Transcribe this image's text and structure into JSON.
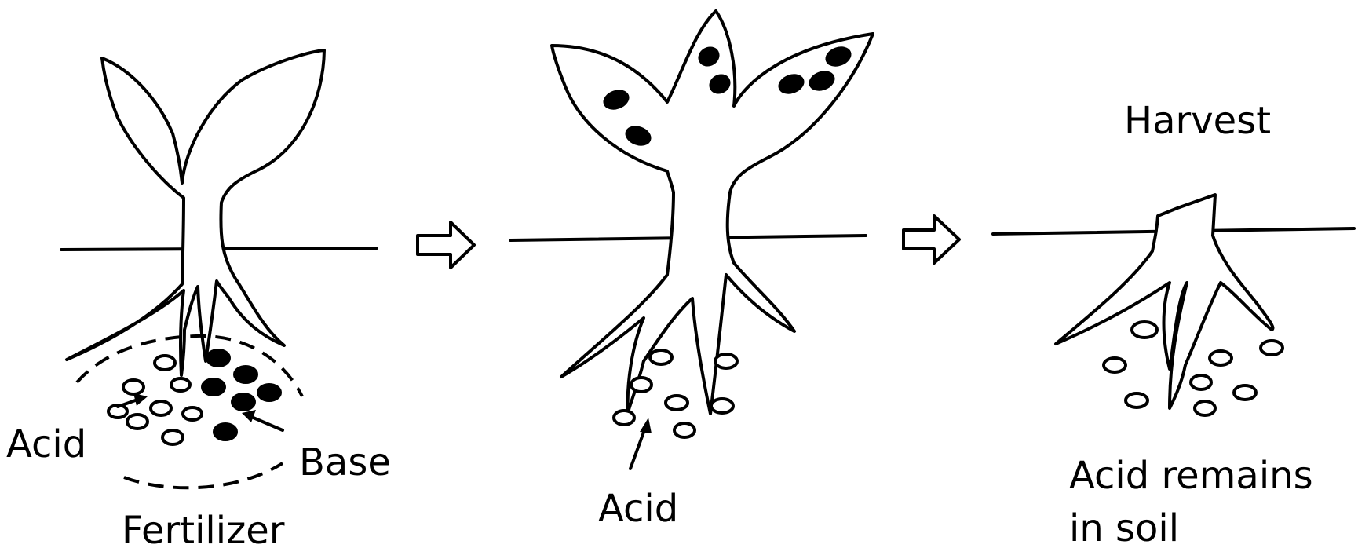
{
  "stages": [
    {
      "id": "stage-1",
      "labels": {
        "acid": "Acid",
        "base": "Base",
        "caption": "Fertilizer"
      }
    },
    {
      "id": "stage-2",
      "labels": {
        "acid": "Acid"
      }
    },
    {
      "id": "stage-3",
      "labels": {
        "title": "Harvest",
        "caption_line1": "Acid remains",
        "caption_line2": "in soil"
      }
    }
  ],
  "colors": {
    "ink": "#000000",
    "background": "#ffffff"
  },
  "icons": [
    "right-arrow-icon",
    "right-arrow-icon"
  ]
}
